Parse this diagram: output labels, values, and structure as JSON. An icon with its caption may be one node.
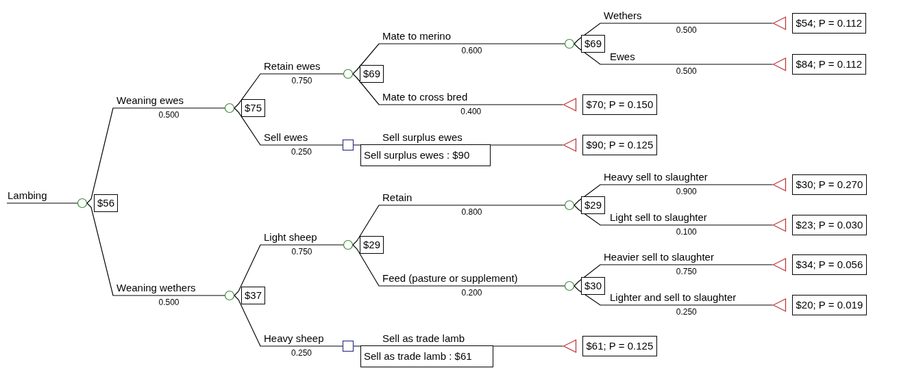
{
  "diagram": {
    "nodes": [
      {
        "text": [
          "$56"
        ]
      },
      {
        "text": [
          "$75"
        ]
      },
      {
        "text": [
          "$69"
        ]
      },
      {
        "text": [
          "$69"
        ]
      },
      {
        "text": [
          "$54; P = 0.112"
        ]
      },
      {
        "text": [
          "$84; P = 0.112"
        ]
      },
      {
        "text": [
          "$70; P = 0.150"
        ]
      },
      {
        "text": [
          "Sell surplus ewes : $90"
        ]
      },
      {
        "text": [
          "$90; P = 0.125"
        ]
      },
      {
        "text": [
          "$37"
        ]
      },
      {
        "text": [
          "$29"
        ]
      },
      {
        "text": [
          "$29"
        ]
      },
      {
        "text": [
          "$30; P = 0.270"
        ]
      },
      {
        "text": [
          "$23; P = 0.030"
        ]
      },
      {
        "text": [
          "$30"
        ]
      },
      {
        "text": [
          "$34; P = 0.056"
        ]
      },
      {
        "text": [
          "$20; P = 0.019"
        ]
      },
      {
        "text": [
          "Sell as trade lamb : $61"
        ]
      },
      {
        "text": [
          "$61; P = 0.125"
        ]
      }
    ],
    "edges": [
      {
        "from": null,
        "to": 0,
        "arrow": "none",
        "label": "Lambing"
      },
      {
        "from": 0,
        "to": 1,
        "arrow": "none",
        "label": "Weaning ewes"
      },
      {
        "from": 1,
        "to": 2,
        "arrow": "none",
        "label": "Retain ewes"
      },
      {
        "from": 2,
        "to": 3,
        "arrow": "none",
        "label": "Mate to merino"
      },
      {
        "from": 3,
        "to": 4,
        "arrow": "none",
        "label": "Wethers"
      },
      {
        "from": 3,
        "to": 5,
        "arrow": "none",
        "label": "Ewes"
      },
      {
        "from": 2,
        "to": 6,
        "arrow": "none",
        "label": "Mate to cross bred"
      },
      {
        "from": 1,
        "to": 7,
        "arrow": "none",
        "label": "Sell ewes"
      },
      {
        "from": 7,
        "to": 8,
        "arrow": "none",
        "label": "Sell surplus ewes"
      },
      {
        "from": 0,
        "to": 9,
        "arrow": "none",
        "label": "Weaning wethers"
      },
      {
        "from": 9,
        "to": 10,
        "arrow": "none",
        "label": "Light sheep"
      },
      {
        "from": 10,
        "to": 11,
        "arrow": "none",
        "label": "Retain"
      },
      {
        "from": 11,
        "to": 12,
        "arrow": "none",
        "label": "Heavy sell to slaughter"
      },
      {
        "from": 11,
        "to": 13,
        "arrow": "none",
        "label": "Light sell to slaughter"
      },
      {
        "from": 10,
        "to": 14,
        "arrow": "none",
        "label": "Feed (pasture or supplement)"
      },
      {
        "from": 14,
        "to": 15,
        "arrow": "none",
        "label": "Heavier sell to slaughter"
      },
      {
        "from": 14,
        "to": 16,
        "arrow": "none",
        "label": "Lighter and sell to slaughter"
      },
      {
        "from": 9,
        "to": 17,
        "arrow": "none",
        "label": "Heavy sheep"
      },
      {
        "from": 17,
        "to": 18,
        "arrow": "none",
        "label": "Sell as trade lamb"
      }
    ],
    "labels": [
      "0.500",
      "0.750",
      "0.600",
      "0.500",
      "0.500",
      "0.400",
      "0.250",
      "0.500",
      "0.750",
      "0.800",
      "0.900",
      "0.100",
      "0.200",
      "0.750",
      "0.250",
      "0.250"
    ]
  }
}
